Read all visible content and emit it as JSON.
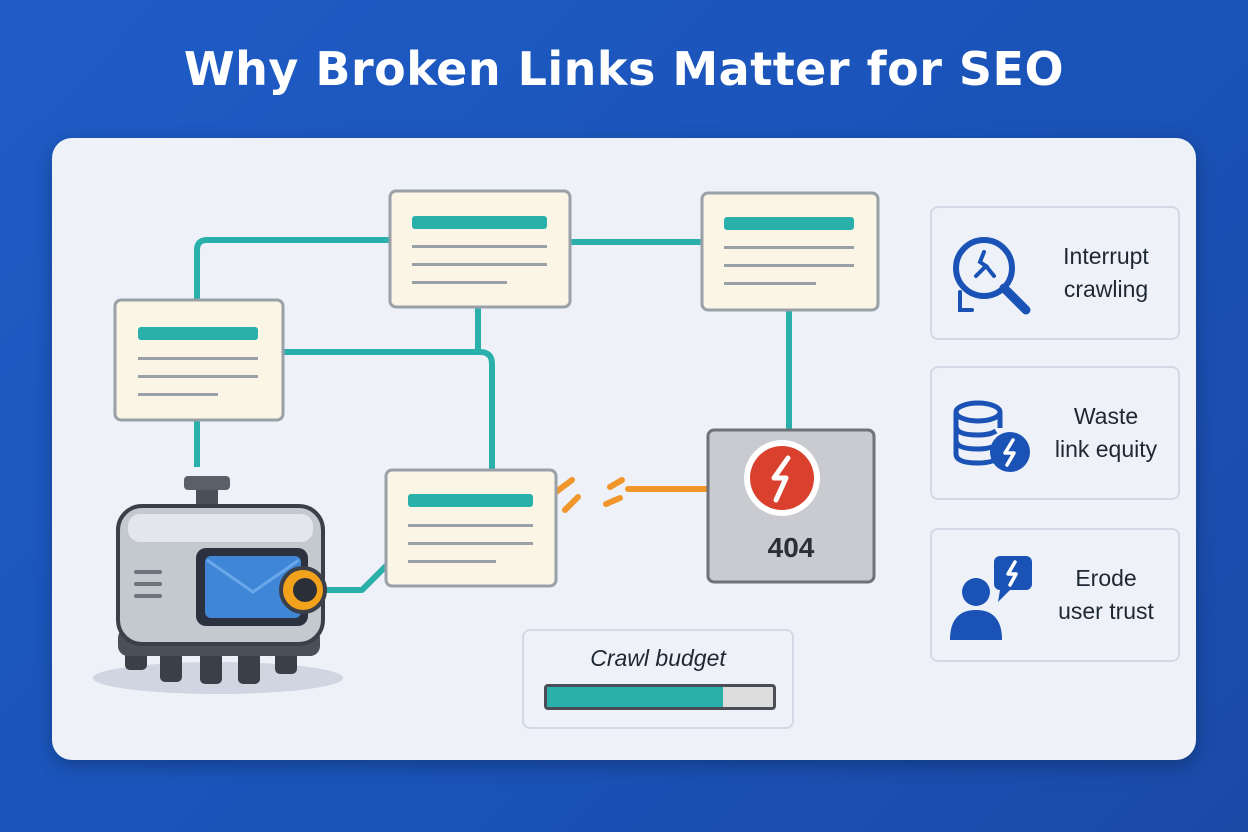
{
  "title": "Why Broken Links Matter for SEO",
  "error_page": {
    "code": "404"
  },
  "crawl_budget": {
    "label": "Crawl budget",
    "remaining_fraction": 0.78
  },
  "impacts": [
    {
      "label": "Interrupt\ncrawling",
      "icon": "search-broken-link-icon"
    },
    {
      "label": "Waste\nlink equity",
      "icon": "database-lightning-icon"
    },
    {
      "label": "Erode\nuser trust",
      "icon": "user-alert-icon"
    }
  ],
  "colors": {
    "background": "#1f5cc6",
    "link_line": "#2ab0aa",
    "broken_link": "#f0962a",
    "error_icon": "#d9412e",
    "page_card": "#fbf5e6",
    "icon_blue": "#1b52b5"
  }
}
